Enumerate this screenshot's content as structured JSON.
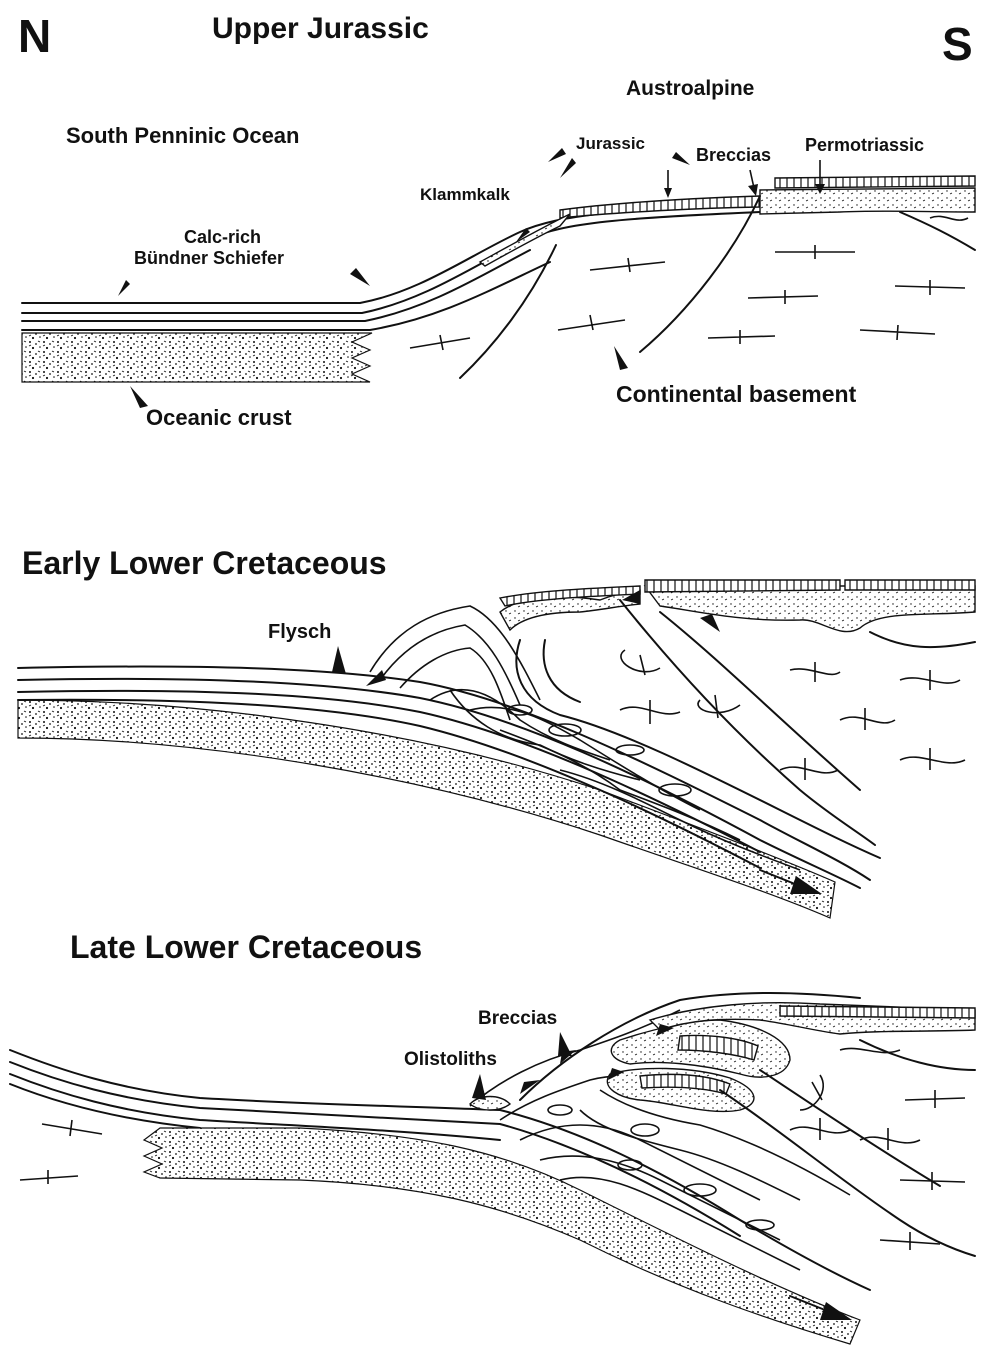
{
  "compass": {
    "north": "N",
    "south": "S"
  },
  "panel1": {
    "title": "Upper Jurassic",
    "labels": {
      "austroalpine": "Austroalpine",
      "ocean": "South Penninic Ocean",
      "jurassic": "Jurassic",
      "breccias": "Breccias",
      "permotriassic": "Permotriassic",
      "klammkalk": "Klammkalk",
      "calc_rich": "Calc-rich",
      "schiefer": "Bündner Schiefer",
      "oceanic_crust": "Oceanic crust",
      "continental_basement": "Continental basement"
    }
  },
  "panel2": {
    "title": "Early Lower Cretaceous",
    "labels": {
      "flysch": "Flysch"
    }
  },
  "panel3": {
    "title": "Late Lower Cretaceous",
    "labels": {
      "breccias": "Breccias",
      "olistoliths": "Olistoliths"
    }
  }
}
